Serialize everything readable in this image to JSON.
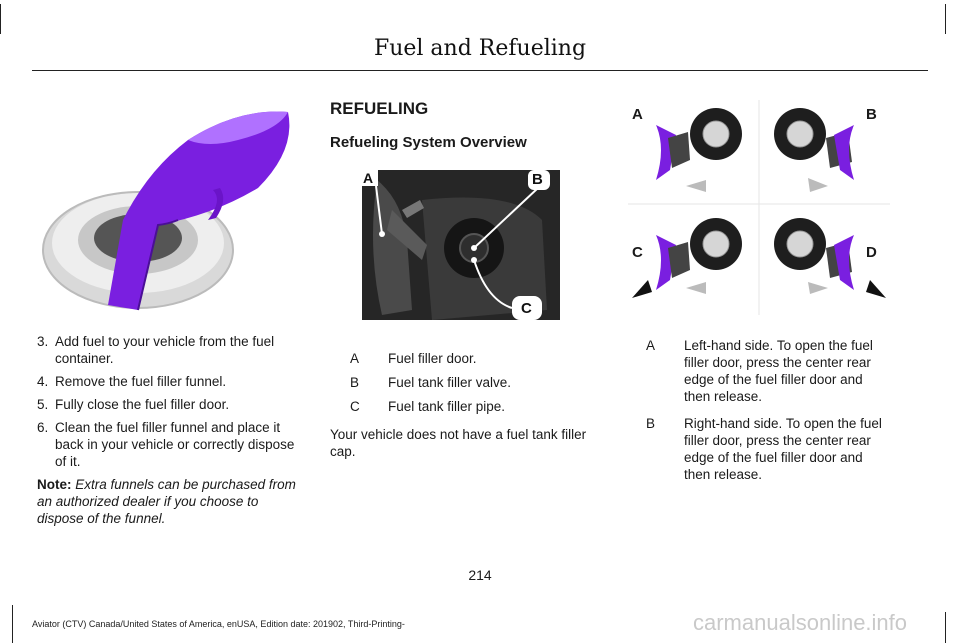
{
  "header": {
    "title": "Fuel and Refueling"
  },
  "left_column": {
    "steps": [
      {
        "num": "3.",
        "text": "Add fuel to your vehicle from the fuel container."
      },
      {
        "num": "4.",
        "text": "Remove the fuel filler funnel."
      },
      {
        "num": "5.",
        "text": "Fully close the fuel filler door."
      },
      {
        "num": "6.",
        "text": "Clean the fuel filler funnel and place it back in your vehicle or correctly dispose of it."
      }
    ],
    "note_label": "Note:",
    "note_text": "Extra funnels can be purchased from an authorized dealer if you choose to dispose of the funnel."
  },
  "middle_column": {
    "heading": "REFUELING",
    "subheading": "Refueling System Overview",
    "figure_labels": {
      "a": "A",
      "b": "B",
      "c": "C"
    },
    "legend": [
      {
        "key": "A",
        "text": "Fuel filler door."
      },
      {
        "key": "B",
        "text": "Fuel tank filler valve."
      },
      {
        "key": "C",
        "text": "Fuel tank filler pipe."
      }
    ],
    "paragraph": "Your vehicle does not have a fuel tank filler cap."
  },
  "right_column": {
    "figure_labels": {
      "a": "A",
      "b": "B",
      "c": "C",
      "d": "D"
    },
    "legend": [
      {
        "key": "A",
        "text": "Left-hand side. To open the fuel filler door, press the center rear edge of the fuel filler door and then release."
      },
      {
        "key": "B",
        "text": "Right-hand side. To open the fuel filler door, press the center rear edge of the fuel filler door and then release."
      }
    ]
  },
  "footer": {
    "page_number": "214",
    "edition": "Aviator (CTV) Canada/United States of America, enUSA, Edition date: 201902, Third-Printing-",
    "watermark": "carmanualsonline.info"
  },
  "colors": {
    "accent_purple": "#7a1fe0",
    "photo_dark": "#1c1c1c"
  }
}
